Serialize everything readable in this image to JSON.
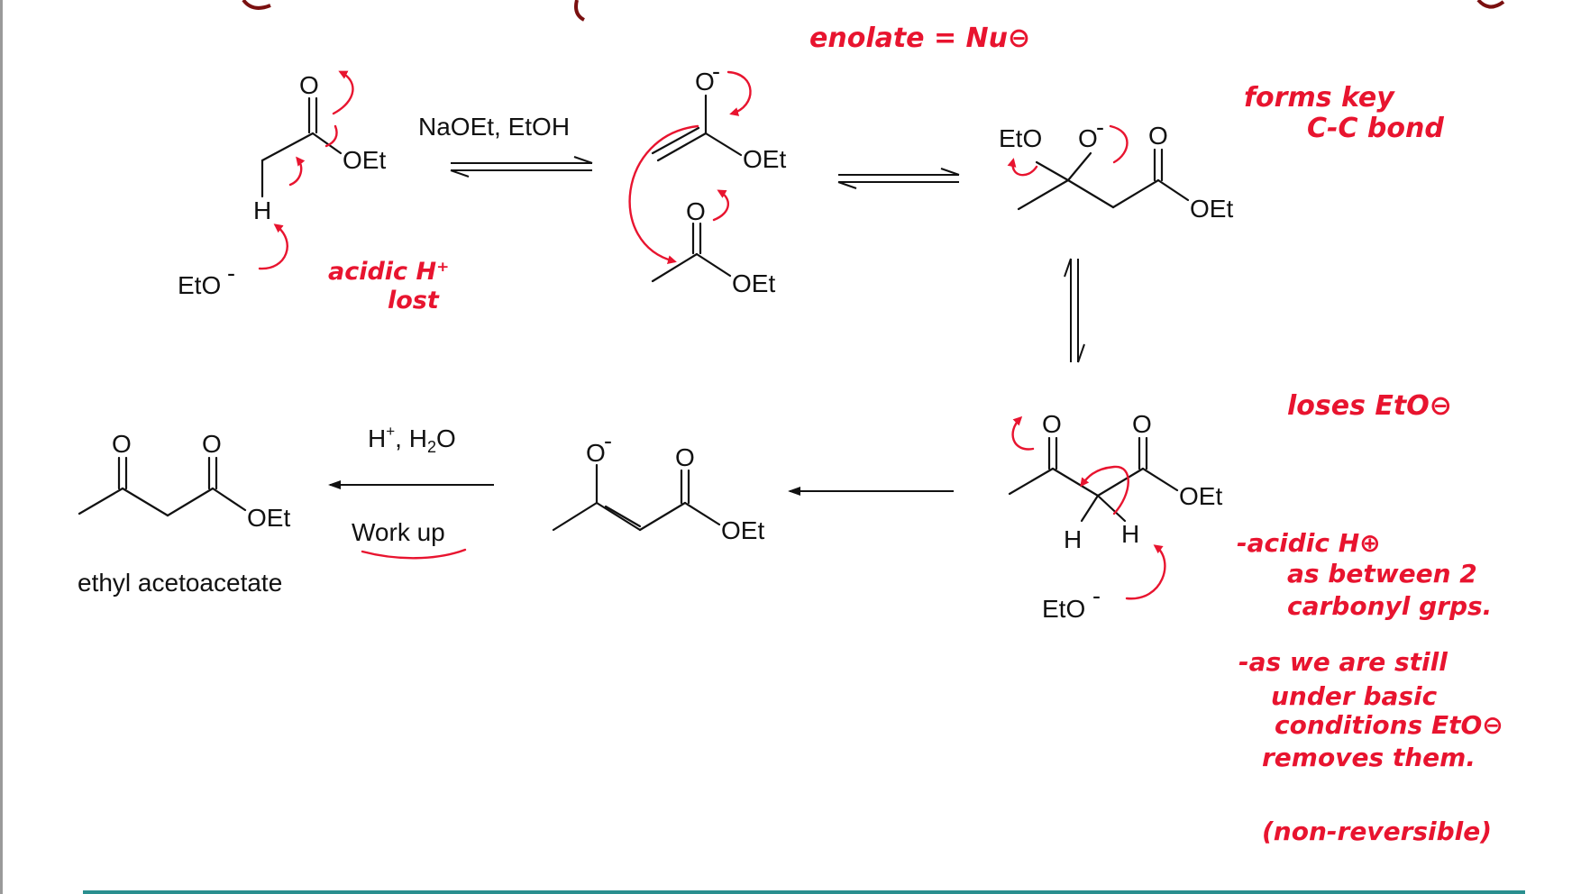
{
  "reagents": {
    "step1": "NaOEt, EtOH",
    "workup_top_h": "H",
    "workup_top_plus": "+",
    "workup_top_rest": ", H",
    "workup_top_sub": "2",
    "workup_top_o": "O",
    "workup_bottom": "Work up"
  },
  "labels": {
    "O": "O",
    "O_minus": "O",
    "minus": "-",
    "OEt": "OEt",
    "EtO": "EtO",
    "EtO_minus": "EtO",
    "H": "H",
    "product_name": "ethyl acetoacetate"
  },
  "annotations": {
    "enolate": "enolate = Nu⊖",
    "acidic_h_line1": "acidic H⁺",
    "acidic_h_line2": "lost",
    "forms_key_line1": "forms key",
    "forms_key_line2": "C-C bond",
    "loses": "loses EtO⊖",
    "acidic_h2_line1": "-acidic H⊕",
    "acidic_h2_line2": "as between 2",
    "acidic_h2_line3": "carbonyl grps.",
    "basic_line1": "-as we are still",
    "basic_line2": "under basic",
    "basic_line3": "conditions EtO⊖",
    "basic_line4": "removes them.",
    "nonrev": "(non-reversible)"
  },
  "colors": {
    "annotation_red": "#e8142f",
    "ink": "#111111",
    "rule_teal": "#2a8f8f",
    "title_dark_red": "#7a1010"
  }
}
